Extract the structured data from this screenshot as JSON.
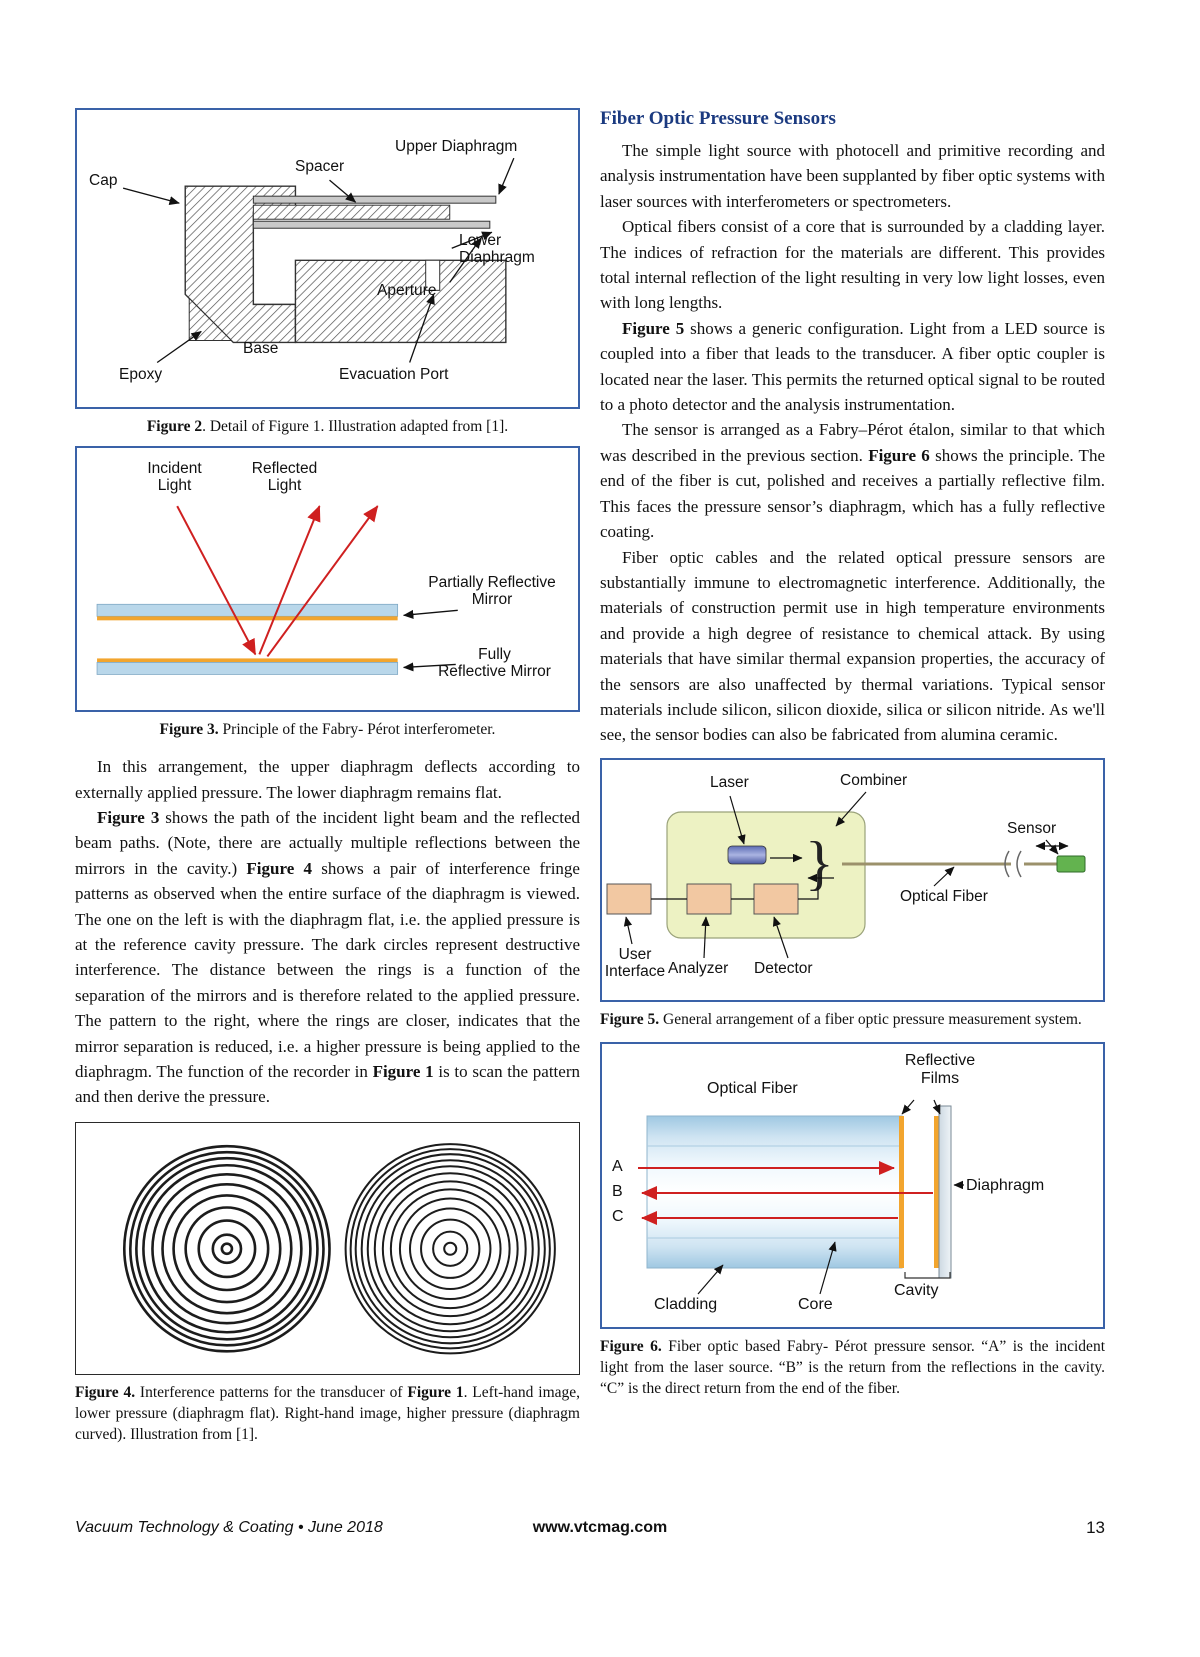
{
  "colors": {
    "heading_blue": "#1b3a80",
    "figure_border_blue": "#3a62a8",
    "diagram_arrow_red": "#cf2020",
    "mirror_coating_orange": "#f2a52e",
    "laser_blue": "#5c6cb4",
    "sensor_green": "#63b34f",
    "enclosure_yellow": "#edf2c3",
    "instrument_box_peach": "#f2c8a2"
  },
  "left_column": {
    "figure2": {
      "labels": {
        "cap": "Cap",
        "spacer": "Spacer",
        "upper_diaphragm": "Upper Diaphragm",
        "lower_diaphragm": "Lower\nDiaphragm",
        "aperture": "Aperture",
        "base": "Base",
        "epoxy": "Epoxy",
        "evacuation_port": "Evacuation Port"
      },
      "caption": [
        {
          "t": "Figure 2",
          "b": true
        },
        {
          "t": ". Detail of Figure 1. Illustration adapted from [1].",
          "b": false
        }
      ]
    },
    "figure3": {
      "labels": {
        "incident_light": "Incident\nLight",
        "reflected_light": "Reflected\nLight",
        "partially_reflective": "Partially Reflective\nMirror",
        "fully_reflective": "Fully\nReflective Mirror"
      },
      "caption": [
        {
          "t": "Figure 3.",
          "b": true
        },
        {
          "t": " Principle of the Fabry- Pérot interferometer.",
          "b": false
        }
      ]
    },
    "paragraphs": [
      [
        {
          "t": "In this arrangement, the upper diaphragm deflects according to externally applied pressure. The lower diaphragm remains flat.",
          "b": false
        }
      ],
      [
        {
          "t": "Figure 3",
          "b": true
        },
        {
          "t": " shows the path of the incident light beam and the reflected beam paths. (Note, there are actually multiple reflections between the mirrors in the cavity.) ",
          "b": false
        },
        {
          "t": "Figure 4",
          "b": true
        },
        {
          "t": " shows a pair of interference fringe patterns as observed when the entire surface of the diaphragm is viewed. The one on the left is with the diaphragm flat, i.e. the applied pressure is at the reference cavity pressure. The dark circles represent destructive interference. The distance between the rings is a function of the separation of the mirrors and is therefore related to the applied pressure. The pattern to the right, where the rings are closer, indicates that the mirror separation is reduced, i.e. a higher pressure is being applied to the diaphragm. The function of the recorder in ",
          "b": false
        },
        {
          "t": "Figure 1",
          "b": true
        },
        {
          "t": " is to scan the pattern and then derive the pressure.",
          "b": false
        }
      ]
    ],
    "figure4": {
      "caption": [
        {
          "t": "Figure 4.",
          "b": true
        },
        {
          "t": " Interference patterns for the transducer of ",
          "b": false
        },
        {
          "t": "Figure 1",
          "b": true
        },
        {
          "t": ". Left-hand image, lower pressure (diaphragm flat). Right-hand image, higher pressure (diaphragm curved). Illustration from [1].",
          "b": false
        }
      ]
    }
  },
  "right_column": {
    "heading": "Fiber Optic Pressure Sensors",
    "paragraphs": [
      [
        {
          "t": "The simple light source with photocell and primitive recording and analysis instrumentation have been supplanted by fiber optic systems with laser sources with interferometers or spectrometers.",
          "b": false
        }
      ],
      [
        {
          "t": "Optical fibers consist of a core that is surrounded by a cladding layer. The indices of refraction for the materials are different. This provides total internal reflection of the light resulting in very low light losses, even with long lengths.",
          "b": false
        }
      ],
      [
        {
          "t": "Figure 5",
          "b": true
        },
        {
          "t": " shows a generic configuration. Light from a LED source is coupled into a fiber that leads to the transducer. A fiber optic coupler is located near the laser. This permits the returned optical signal to be routed to a photo detector and the analysis instrumentation.",
          "b": false
        }
      ],
      [
        {
          "t": "The sensor is arranged as a Fabry–Pérot étalon, similar to that which was described in the previous section. ",
          "b": false
        },
        {
          "t": "Figure 6",
          "b": true
        },
        {
          "t": " shows the principle. The end of the fiber is cut, polished and receives a partially reflective film. This faces the pressure sensor’s diaphragm, which has a fully reflective coating.",
          "b": false
        }
      ],
      [
        {
          "t": "Fiber optic cables and the related optical pressure sensors are substantially immune to electromagnetic interference. Additionally, the materials of construction permit use in high temperature environments and provide a high degree of resistance to chemical attack. By using materials that have similar thermal expansion properties, the accuracy of the sensors are also unaffected by thermal variations. Typical sensor materials include silicon, silicon dioxide, silica or silicon nitride. As we'll see, the sensor bodies can also be fabricated from alumina ceramic.",
          "b": false
        }
      ]
    ],
    "figure5": {
      "labels": {
        "laser": "Laser",
        "combiner": "Combiner",
        "sensor": "Sensor",
        "optical_fiber": "Optical Fiber",
        "user_interface": "User\nInterface",
        "analyzer": "Analyzer",
        "detector": "Detector"
      },
      "caption": [
        {
          "t": "Figure 5.",
          "b": true
        },
        {
          "t": " General arrangement of a fiber optic pressure measurement system.",
          "b": false
        }
      ]
    },
    "figure6": {
      "labels": {
        "optical_fiber": "Optical Fiber",
        "reflective_films": "Reflective\nFilms",
        "ray_a": "A",
        "ray_b": "B",
        "ray_c": "C",
        "diaphragm": "Diaphragm",
        "cavity": "Cavity",
        "cladding": "Cladding",
        "core": "Core"
      },
      "caption": [
        {
          "t": "Figure 6.",
          "b": true
        },
        {
          "t": " Fiber optic based Fabry- Pérot pressure sensor. “A” is the incident light from the laser source. “B” is the return from the reflections in the cavity. “C” is the direct return from the end of the fiber.",
          "b": false
        }
      ]
    }
  },
  "footer": {
    "journal": "Vacuum Technology & Coating",
    "bullet": "•",
    "date": "June 2018",
    "website": "www.vtcmag.com",
    "page_number": "13"
  }
}
